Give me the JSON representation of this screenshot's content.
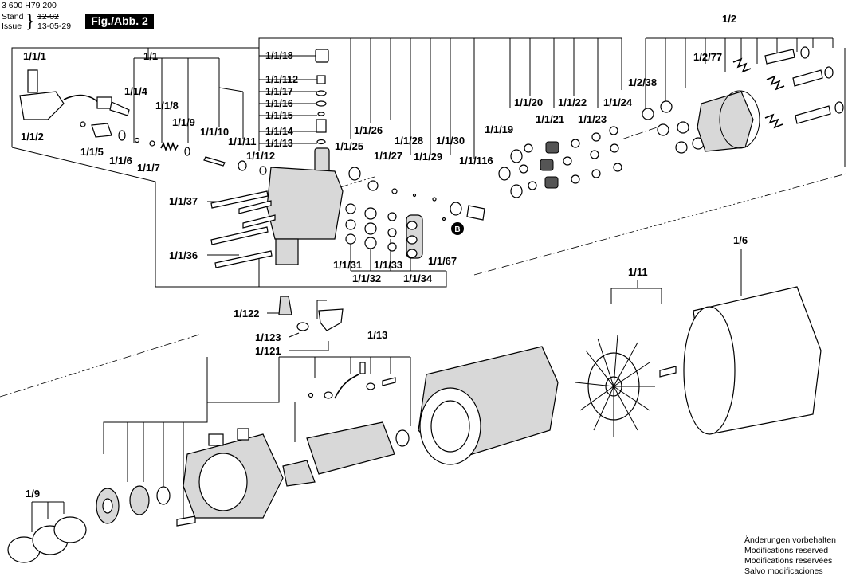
{
  "header": {
    "doc_number": "3 600 H79 200",
    "stand_label": "Stand",
    "stand_value": "12-02",
    "issue_label": "Issue",
    "issue_value": "13-05-29",
    "figure_label": "Fig./Abb. 2"
  },
  "callouts": {
    "c_1_1": "1/1",
    "c_1_1_1": "1/1/1",
    "c_1_1_2": "1/1/2",
    "c_1_1_4": "1/1/4",
    "c_1_1_5": "1/1/5",
    "c_1_1_6": "1/1/6",
    "c_1_1_7": "1/1/7",
    "c_1_1_8": "1/1/8",
    "c_1_1_9": "1/1/9",
    "c_1_1_10": "1/1/10",
    "c_1_1_11": "1/1/11",
    "c_1_1_12": "1/1/12",
    "c_1_1_13": "1/1/13",
    "c_1_1_14": "1/1/14",
    "c_1_1_15": "1/1/15",
    "c_1_1_16": "1/1/16",
    "c_1_1_17": "1/1/17",
    "c_1_1_18": "1/1/18",
    "c_1_1_112": "1/1/112",
    "c_1_1_19": "1/1/19",
    "c_1_1_20": "1/1/20",
    "c_1_1_21": "1/1/21",
    "c_1_1_22": "1/1/22",
    "c_1_1_23": "1/1/23",
    "c_1_1_24": "1/1/24",
    "c_1_1_25": "1/1/25",
    "c_1_1_26": "1/1/26",
    "c_1_1_27": "1/1/27",
    "c_1_1_28": "1/1/28",
    "c_1_1_29": "1/1/29",
    "c_1_1_30": "1/1/30",
    "c_1_1_116": "1/1/116",
    "c_1_1_31": "1/1/31",
    "c_1_1_32": "1/1/32",
    "c_1_1_33": "1/1/33",
    "c_1_1_34": "1/1/34",
    "c_1_1_36": "1/1/36",
    "c_1_1_37": "1/1/37",
    "c_1_1_67": "1/1/67",
    "c_1_2": "1/2",
    "c_1_2_77": "1/2/77",
    "c_1_2_38": "1/2/38",
    "c_1_6": "1/6",
    "c_1_9": "1/9",
    "c_1_11": "1/11",
    "c_1_13": "1/13",
    "c_1_121": "1/121",
    "c_1_122": "1/122",
    "c_1_123": "1/123",
    "marker_b": "B"
  },
  "notes": [
    "Änderungen vorbehalten",
    "Modifications reserved",
    "Modifications reservées",
    "Salvo modificaciones"
  ]
}
